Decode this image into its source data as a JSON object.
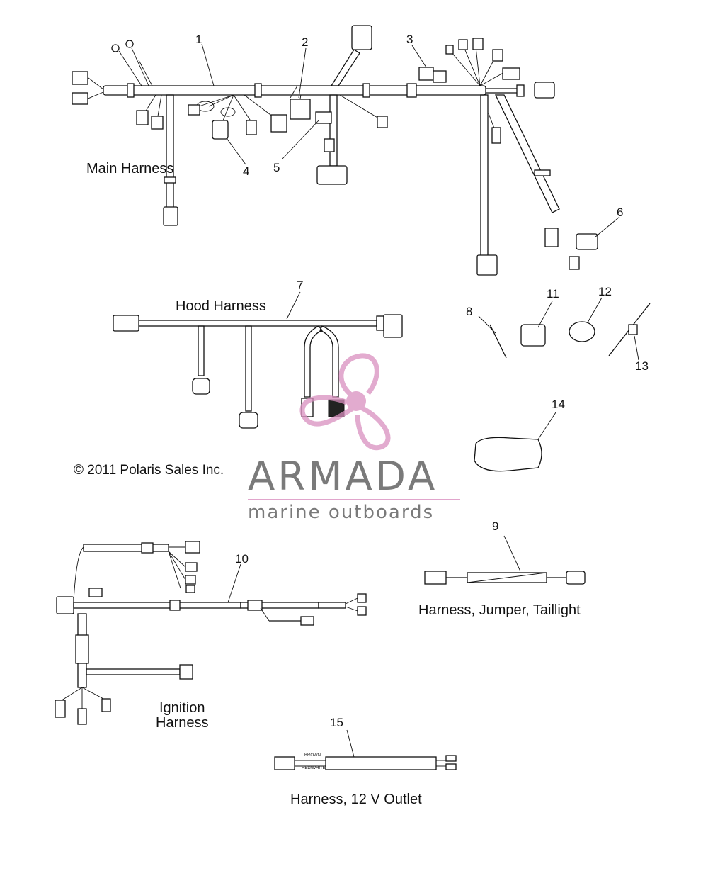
{
  "labels": {
    "main_harness": "Main Harness",
    "hood_harness": "Hood Harness",
    "copyright": "© 2011 Polaris Sales Inc.",
    "jumper": "Harness, Jumper, Taillight",
    "ignition_line1": "Ignition",
    "ignition_line2": "Harness",
    "outlet": "Harness, 12 V Outlet"
  },
  "watermark": {
    "brand": "ARMADA",
    "tagline": "marine outboards",
    "color_pink": "#d98fbf",
    "color_gray": "#7a7a7a"
  },
  "callouts": [
    "1",
    "2",
    "3",
    "4",
    "5",
    "6",
    "7",
    "8",
    "9",
    "10",
    "11",
    "12",
    "13",
    "14",
    "15"
  ],
  "outlet_wire_labels": {
    "brown": "BROWN",
    "red_white": "RED/WHITE"
  }
}
